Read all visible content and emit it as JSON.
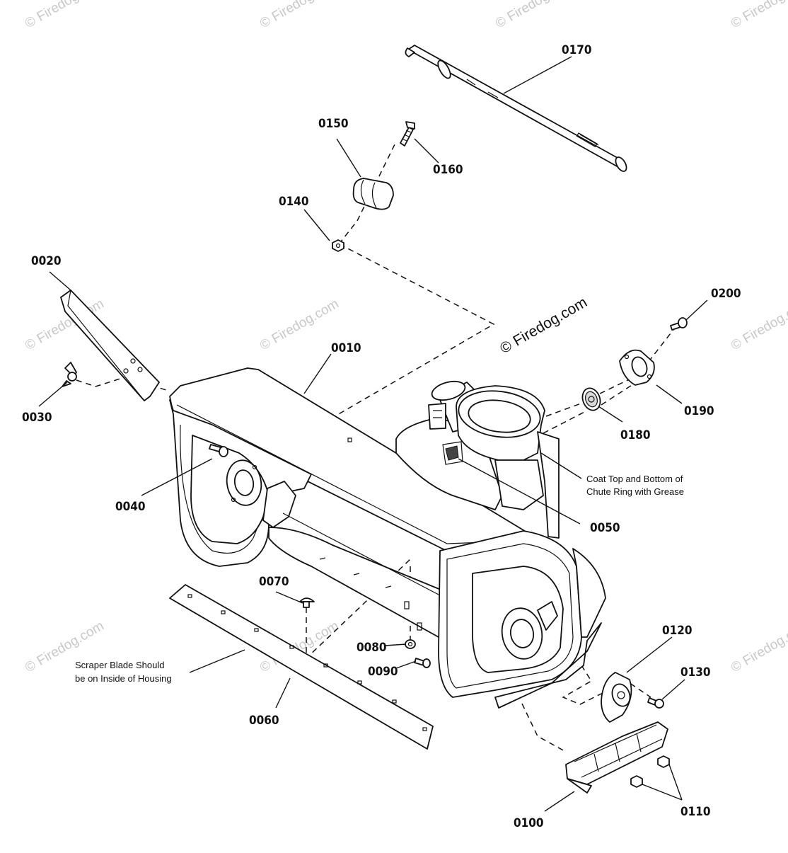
{
  "watermark": "© Firedog.com",
  "watermark_main": "© Firedog.com",
  "parts": {
    "p0010": "0010",
    "p0020": "0020",
    "p0030": "0030",
    "p0040": "0040",
    "p0050": "0050",
    "p0060": "0060",
    "p0070": "0070",
    "p0080": "0080",
    "p0090": "0090",
    "p0100": "0100",
    "p0110": "0110",
    "p0120": "0120",
    "p0130": "0130",
    "p0140": "0140",
    "p0150": "0150",
    "p0160": "0160",
    "p0170": "0170",
    "p0180": "0180",
    "p0190": "0190",
    "p0200": "0200"
  },
  "notes": {
    "grease_line1": "Coat Top and Bottom of",
    "grease_line2": "Chute Ring with Grease",
    "scraper_line1": "Scraper Blade Should",
    "scraper_line2": "be on Inside of Housing"
  }
}
